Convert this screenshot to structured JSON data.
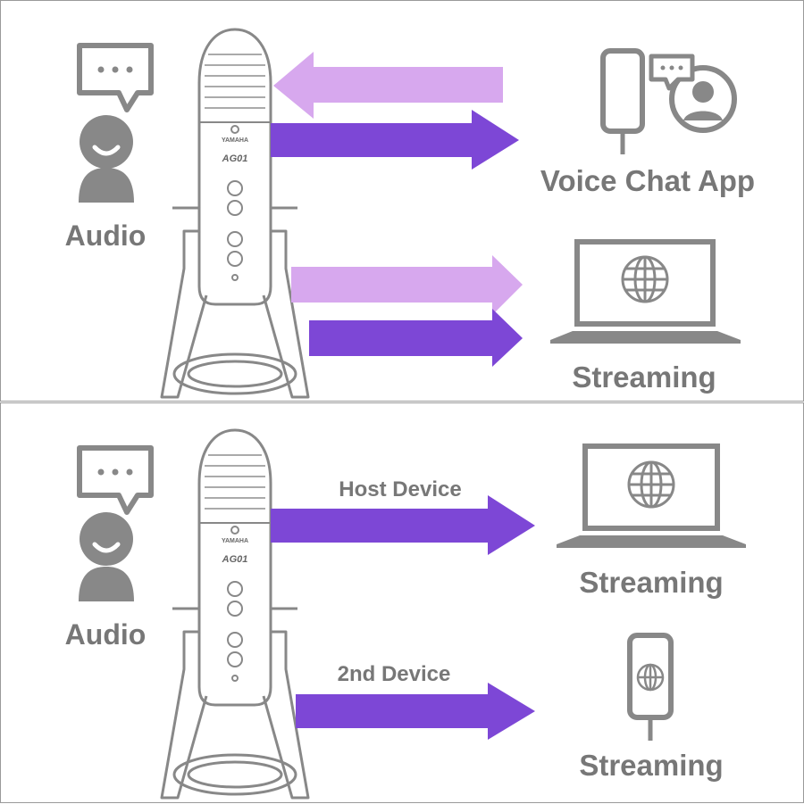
{
  "colors": {
    "arrow_light": "#d7a8ee",
    "arrow_dark": "#7d47d6",
    "icon_gray": "#888888",
    "label_gray": "#777777",
    "divider": "#9a9a9a"
  },
  "microphone": {
    "brand": "YAMAHA",
    "model": "AG01"
  },
  "top_panel": {
    "audio_label": "Audio",
    "voice_chat_label": "Voice Chat App",
    "streaming_label": "Streaming"
  },
  "bottom_panel": {
    "audio_label": "Audio",
    "host_device_label": "Host Device",
    "second_device_label": "2nd Device",
    "host_streaming_label": "Streaming",
    "second_streaming_label": "Streaming"
  },
  "icons": [
    "speech-bubble-icon",
    "person-icon",
    "microphone-icon",
    "smartphone-icon",
    "chat-avatar-icon",
    "laptop-icon",
    "globe-icon",
    "arrow-icon"
  ]
}
